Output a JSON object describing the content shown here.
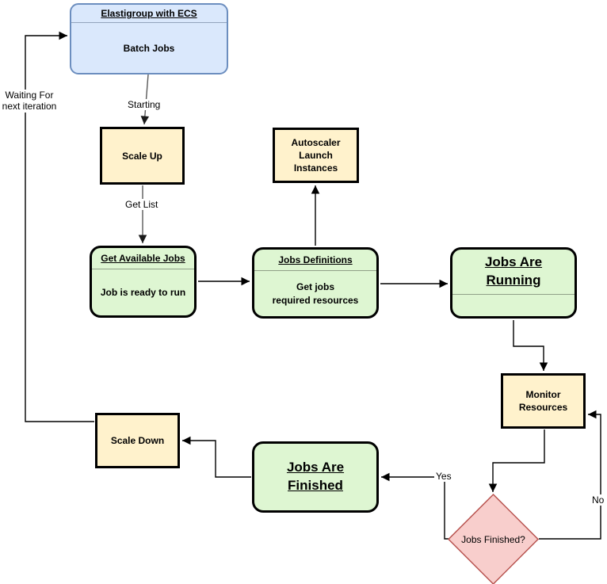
{
  "colors": {
    "blue_fill": "#dae8fc",
    "blue_border": "#6c8ebf",
    "yellow_fill": "#fff2cc",
    "green_fill": "#def6d2",
    "pink_fill": "#f8cecc",
    "pink_border": "#b85450",
    "node_border": "#000000",
    "edge": "#000000",
    "edge_gray": "#595959"
  },
  "nodes": {
    "elastigroup": {
      "title": "Elastigroup with ECS",
      "body": "Batch Jobs"
    },
    "scale_up": {
      "label": "Scale Up"
    },
    "autoscaler": {
      "label": "Autoscaler\nLaunch\nInstances"
    },
    "get_available_jobs": {
      "title": "Get Available Jobs",
      "body": "Job is ready to run"
    },
    "jobs_definitions": {
      "title": "Jobs Definitions",
      "body": "Get jobs\nrequired resources"
    },
    "jobs_are_running": {
      "title": "Jobs Are \nRunning"
    },
    "monitor_resources": {
      "label": "Monitor\nResources"
    },
    "jobs_finished_decision": {
      "label": "Jobs Finished?"
    },
    "jobs_are_finished": {
      "title": "Jobs Are \nFinished"
    },
    "scale_down": {
      "label": "Scale Down"
    }
  },
  "edge_labels": {
    "starting": "Starting",
    "get_list": "Get List",
    "waiting": "Waiting For\nnext iteration",
    "yes": "Yes",
    "no": "No"
  }
}
